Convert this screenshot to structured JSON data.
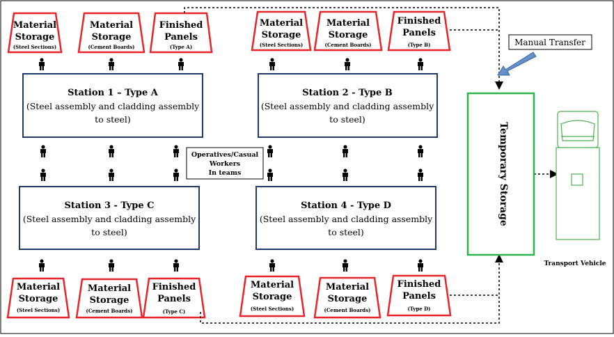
{
  "storage_units": [
    {
      "title_line1": "Material",
      "title_line2": "Storage",
      "sub": "(Steel Sections)"
    },
    {
      "title_line1": "Material",
      "title_line2": "Storage",
      "sub": "(Cement Boards)"
    },
    {
      "title_line1": "Finished",
      "title_line2": "Panels",
      "sub": "(Type A)"
    },
    {
      "title_line1": "Material",
      "title_line2": "Storage",
      "sub": "(Steel Sections)"
    },
    {
      "title_line1": "Material",
      "title_line2": "Storage",
      "sub": "(Cement Boards)"
    },
    {
      "title_line1": "Finished",
      "title_line2": "Panels",
      "sub": "(Type B)"
    },
    {
      "title_line1": "Material",
      "title_line2": "Storage",
      "sub": "(Steel Sections)"
    },
    {
      "title_line1": "Material",
      "title_line2": "Storage",
      "sub": "(Cement Boards)"
    },
    {
      "title_line1": "Finished",
      "title_line2": "Panels",
      "sub": "(Type C)"
    },
    {
      "title_line1": "Material",
      "title_line2": "Storage",
      "sub": "(Steel Sections)"
    },
    {
      "title_line1": "Material",
      "title_line2": "Storage",
      "sub": "(Cement Boards)"
    },
    {
      "title_line1": "Finished",
      "title_line2": "Panels",
      "sub": "(Type D)"
    }
  ],
  "stations": [
    {
      "title": "Station 1 – Type A",
      "desc1": "(Steel assembly and cladding assembly",
      "desc2": "to steel)"
    },
    {
      "title": "Station 2 - Type B",
      "desc1": "(Steel assembly and cladding assembly",
      "desc2": "to steel)"
    },
    {
      "title": "Station 3 - Type C",
      "desc1": "(Steel assembly and cladding assembly",
      "desc2": "to steel)"
    },
    {
      "title": "Station 4 - Type D",
      "desc1": "(Steel assembly and cladding assembly",
      "desc2": "to steel)"
    }
  ],
  "operatives_label": {
    "line1": "Operatives/Casual",
    "line2": "Workers",
    "line3": "In teams"
  },
  "manual_transfer": "Manual Transfer",
  "temporary_storage": "Temporary Storage",
  "transport_vehicle": "Transport Vehicle",
  "colors": {
    "storage_border": "#e8232a",
    "station_border": "#1f3864",
    "temp_storage_border": "#2cb34a",
    "vehicle_border": "#4caf50",
    "arrow_blue": "#4a7ebb",
    "line": "#000000"
  },
  "icons": [
    "worker-icon",
    "manual-transfer-arrow-icon",
    "transport-vehicle-icon"
  ]
}
